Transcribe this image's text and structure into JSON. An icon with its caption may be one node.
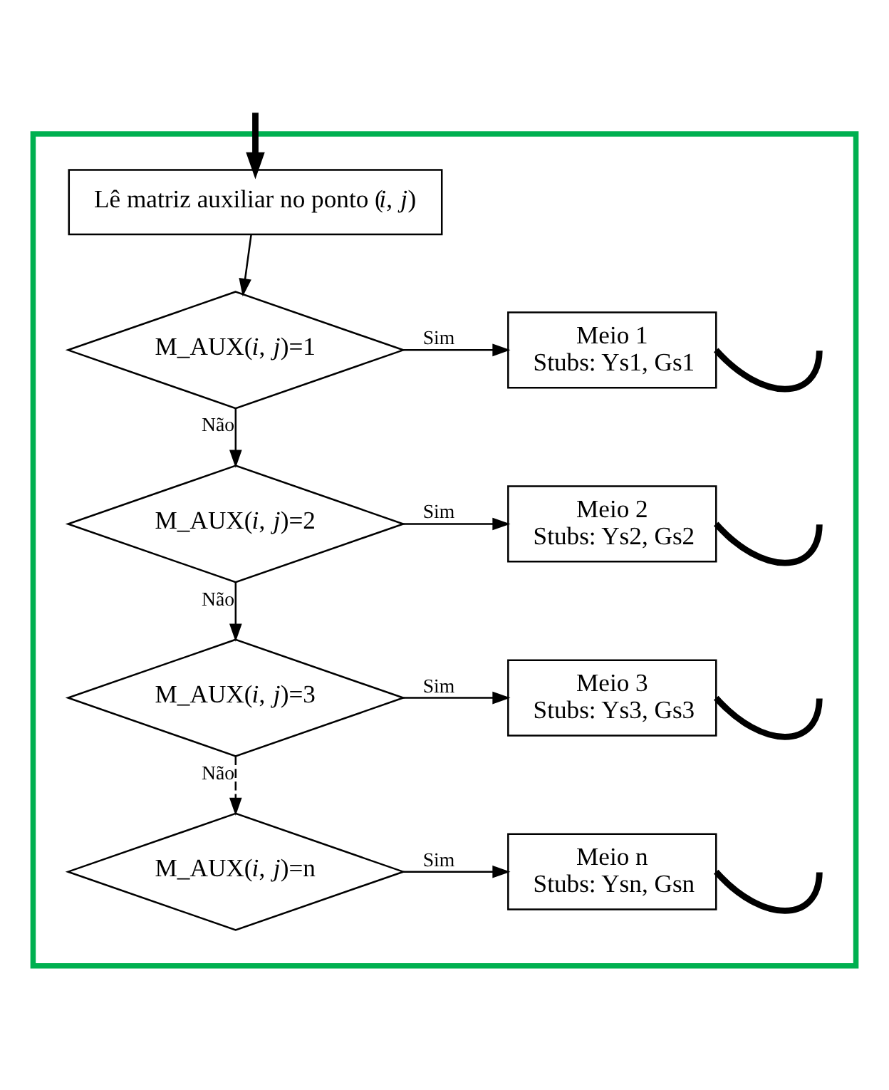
{
  "diagram": {
    "nodes": [
      {
        "text": [],
        "shape": "box"
      },
      {
        "text": [
          "Lê matriz auxiliar no ponto (*i*, *j*)"
        ],
        "in": 0
      },
      {
        "text": [
          "M_AUX(*i*, *j*)=1"
        ],
        "in": 0
      },
      {
        "text": [
          "M_AUX(*i*, *j*)=2"
        ],
        "in": 0
      },
      {
        "text": [
          "M_AUX(*i*, *j*)=3"
        ],
        "in": 0
      },
      {
        "text": [
          "M_AUX(*i*, *j*)=n"
        ],
        "in": 0
      },
      {
        "text": [
          "Meio 1",
          "Stubs: Ys1, Gs1"
        ],
        "in": 0
      },
      {
        "text": [
          "Meio 2",
          "Stubs: Ys2, Gs2"
        ],
        "in": 0
      },
      {
        "text": [
          "Meio 3",
          "Stubs: Ys3, Gs3"
        ],
        "in": 0
      },
      {
        "text": [
          "Meio n",
          "Stubs: Ysn, Gsn"
        ],
        "in": 0
      }
    ],
    "edges": [
      {
        "from": null,
        "to": 1,
        "arrow": "to",
        "style": "thick"
      },
      {
        "from": 1,
        "to": 2,
        "arrow": "to"
      },
      {
        "from": 2,
        "to": 6,
        "arrow": "to",
        "label": "Sim"
      },
      {
        "from": 2,
        "to": 3,
        "arrow": "to",
        "label": "Não"
      },
      {
        "from": 3,
        "to": 7,
        "arrow": "to",
        "label": "Sim"
      },
      {
        "from": 3,
        "to": 4,
        "arrow": "to",
        "label": "Não"
      },
      {
        "from": 4,
        "to": 8,
        "arrow": "to",
        "label": "Sim"
      },
      {
        "from": 4,
        "to": 5,
        "arrow": "to",
        "label": "Não",
        "style": "dashed"
      },
      {
        "from": 5,
        "to": 9,
        "arrow": "to",
        "label": "Sim"
      },
      {
        "from": 6,
        "to": null,
        "arrow": "none",
        "style": "thick"
      },
      {
        "from": 7,
        "to": null,
        "arrow": "none",
        "style": "thick"
      },
      {
        "from": 8,
        "to": null,
        "arrow": "none",
        "style": "thick"
      },
      {
        "from": 9,
        "to": null,
        "arrow": "none",
        "style": "thick"
      }
    ]
  }
}
